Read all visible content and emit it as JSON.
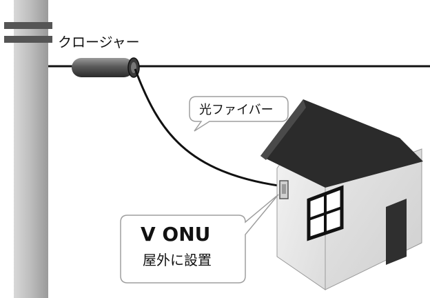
{
  "labels": {
    "closure": "クロージャー",
    "fiber": "光ファイバー",
    "onu_title": "V ONU",
    "onu_desc": "屋外に設置"
  },
  "colors": {
    "pole": "#bdbdbd",
    "line": "#111111",
    "roof": "#2b2b2b",
    "wall": "#ececec",
    "callout_border": "#9e9e9e"
  },
  "icons": [
    "utility-pole",
    "cable-closure",
    "house",
    "onu-box"
  ]
}
